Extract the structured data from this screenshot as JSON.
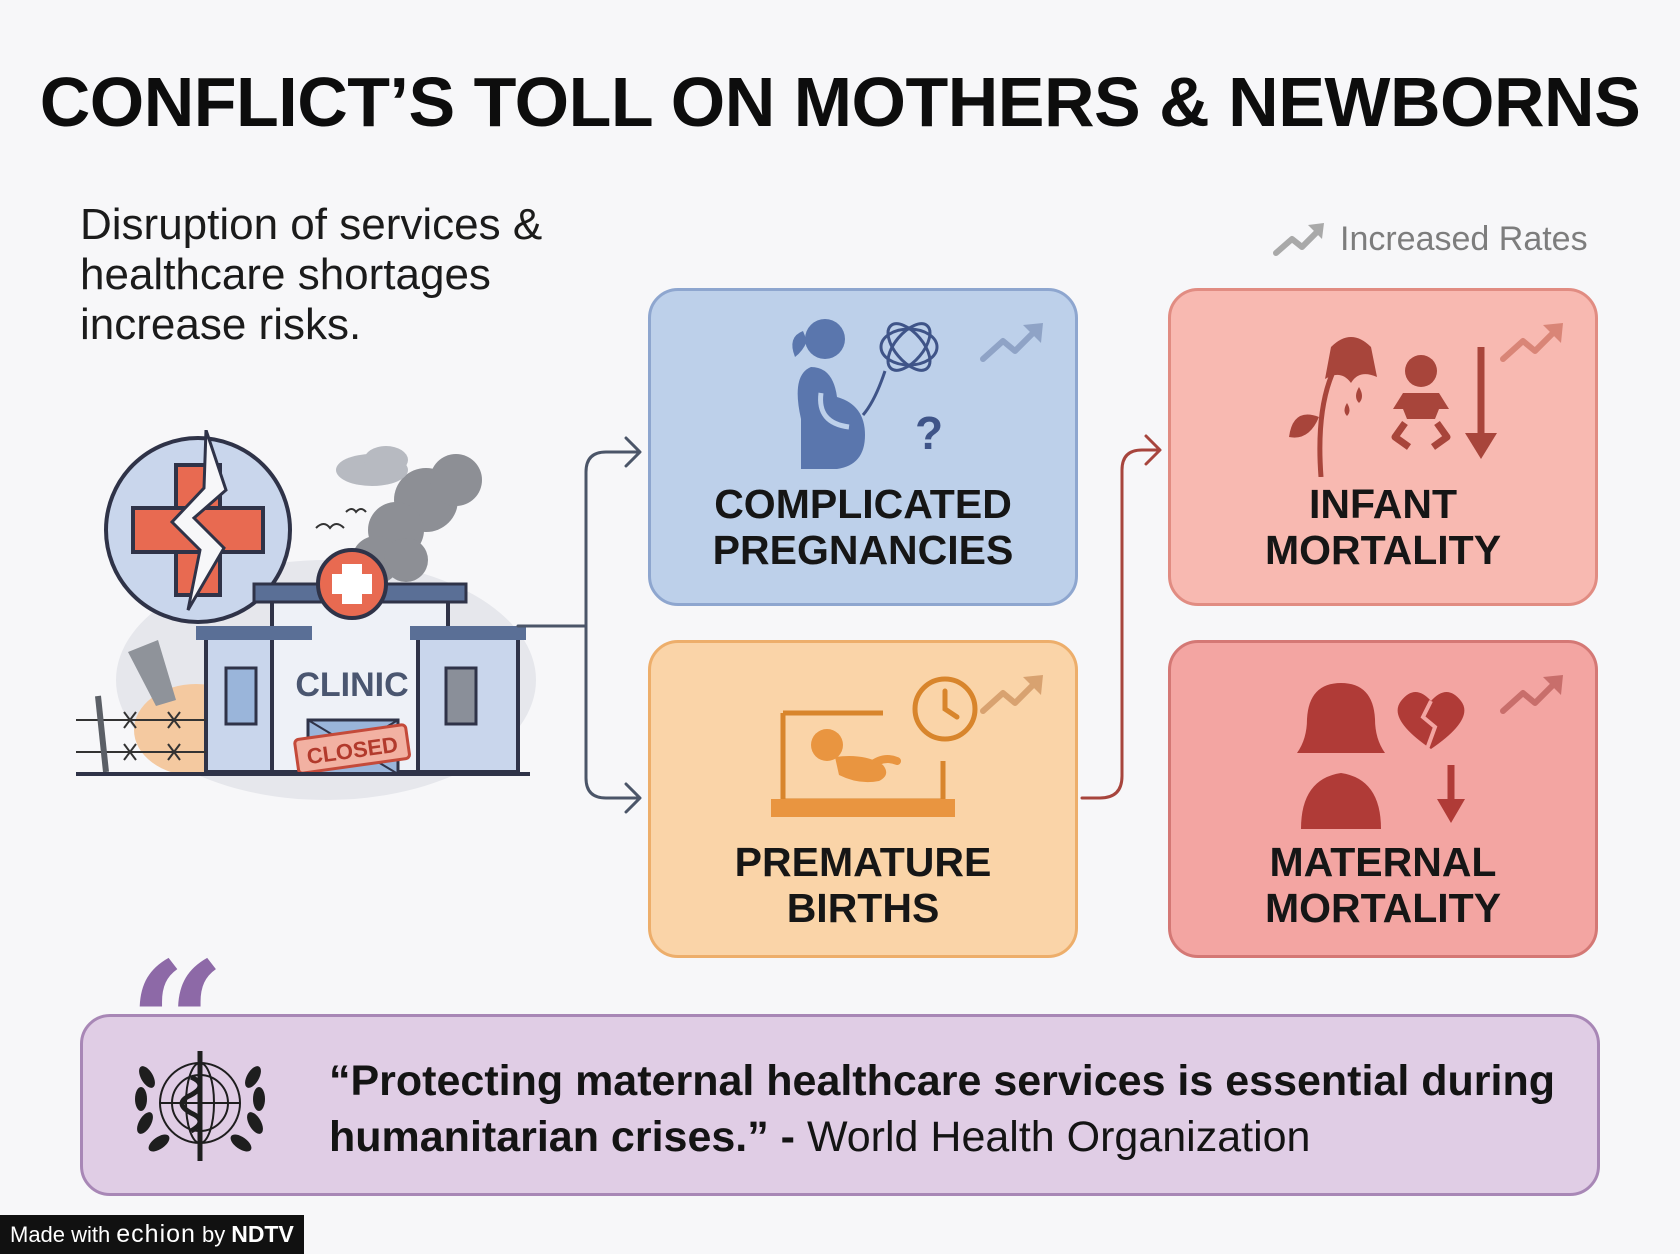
{
  "title": "CONFLICT’S TOLL ON MOTHERS & NEWBORNS",
  "subtitle": "Disruption of services & healthcare shortages increase risks.",
  "legend": {
    "label": "Increased Rates",
    "icon": "trend-up-icon"
  },
  "clinic": {
    "sign": "CLINIC",
    "status": "CLOSED"
  },
  "cards": {
    "complicated": {
      "line1": "COMPLICATED",
      "line2": "PREGNANCIES",
      "icon": "pregnant-woman-icon"
    },
    "premature": {
      "line1": "PREMATURE",
      "line2": "BIRTHS",
      "icon": "incubator-icon"
    },
    "infant": {
      "line1": "INFANT",
      "line2": "MORTALITY",
      "icon": "wilted-flower-baby-icon"
    },
    "maternal": {
      "line1": "MATERNAL",
      "line2": "MORTALITY",
      "icon": "woman-broken-heart-icon"
    }
  },
  "quote": {
    "text": "“Protecting maternal healthcare services is essential during humanitarian crises.”",
    "separator": " - ",
    "attribution": "World Health Organization",
    "mark": "“",
    "logo_icon": "who-emblem-icon"
  },
  "footer": {
    "made_with": "Made with",
    "brand": "echion",
    "by": "by",
    "publisher": "NDTV"
  },
  "colors": {
    "blue_card": "#bdd0ea",
    "orange_card": "#fad4a8",
    "pink_card": "#f8b9b1",
    "red_card": "#f3a5a2",
    "quote_bg": "#e0cde5",
    "accent_red": "#e06a55"
  }
}
